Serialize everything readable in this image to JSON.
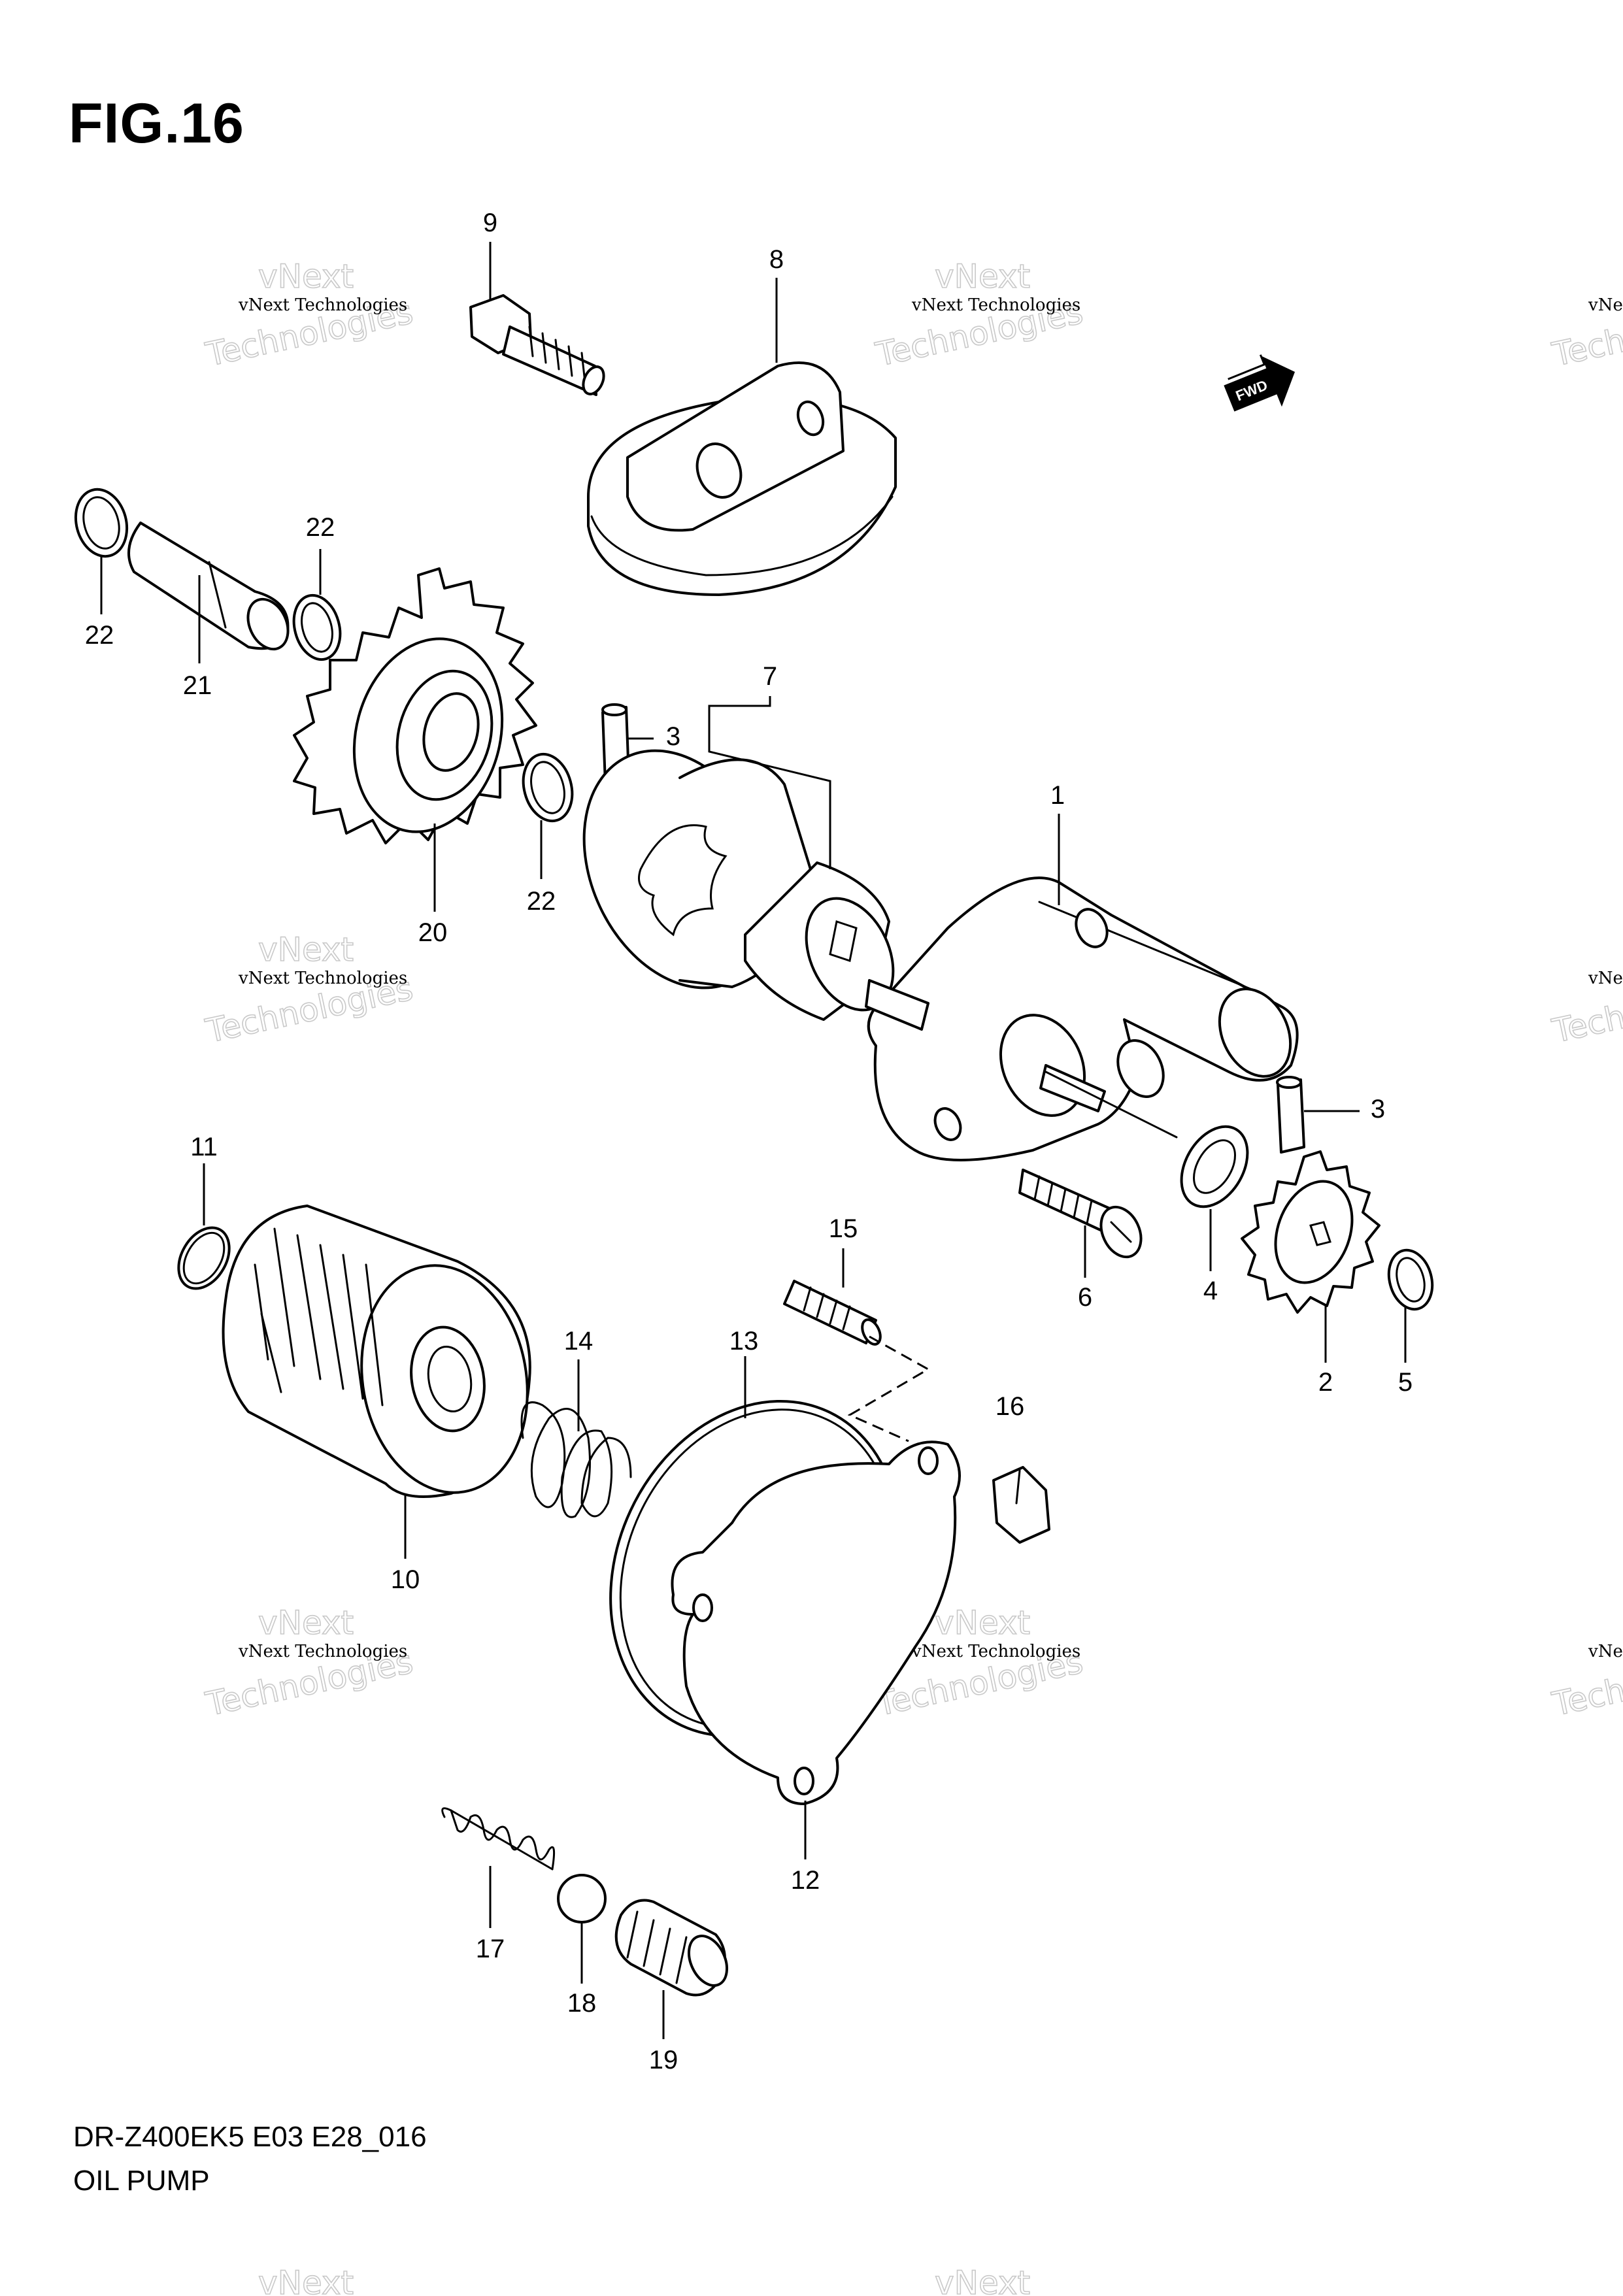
{
  "figure": {
    "title": "FIG.16"
  },
  "footer": {
    "model_code": "DR-Z400EK5 E03 E28_016",
    "assembly_name": "OIL PUMP"
  },
  "direction_indicator": {
    "label": "FWD"
  },
  "watermark": {
    "line1": "vNext Technologies",
    "line2_top": "vNext",
    "line2_bottom": "Technologies"
  },
  "callouts": {
    "p1": "1",
    "p2": "2",
    "p3a": "3",
    "p3b": "3",
    "p4": "4",
    "p5": "5",
    "p6": "6",
    "p7": "7",
    "p8": "8",
    "p9": "9",
    "p10": "10",
    "p11": "11",
    "p12": "12",
    "p13": "13",
    "p14": "14",
    "p15": "15",
    "p16": "16",
    "p17": "17",
    "p18": "18",
    "p19": "19",
    "p20": "20",
    "p21": "21",
    "p22a": "22",
    "p22b": "22",
    "p22c": "22"
  }
}
